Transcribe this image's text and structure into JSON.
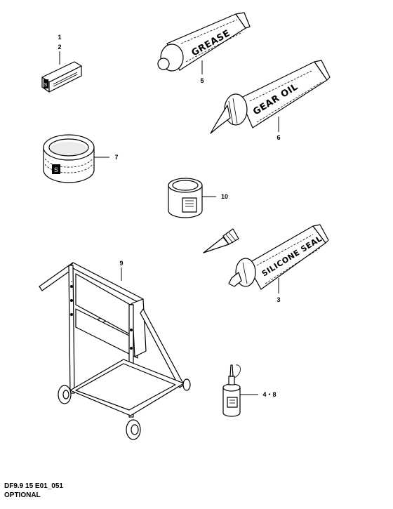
{
  "parts": {
    "p1": {
      "callout": "1"
    },
    "p2": {
      "callout": "2"
    },
    "p3": {
      "callout": "3",
      "label": "SILICONE SEAL"
    },
    "p48": {
      "callout": "4・8"
    },
    "p5": {
      "callout": "5",
      "label": "GREASE"
    },
    "p6": {
      "callout": "6",
      "label": "GEAR OIL"
    },
    "p7": {
      "callout": "7"
    },
    "p9": {
      "callout": "9"
    },
    "p10": {
      "callout": "10"
    }
  },
  "caption": {
    "code": "DF9.9 15 E01_051",
    "title": "OPTIONAL"
  }
}
